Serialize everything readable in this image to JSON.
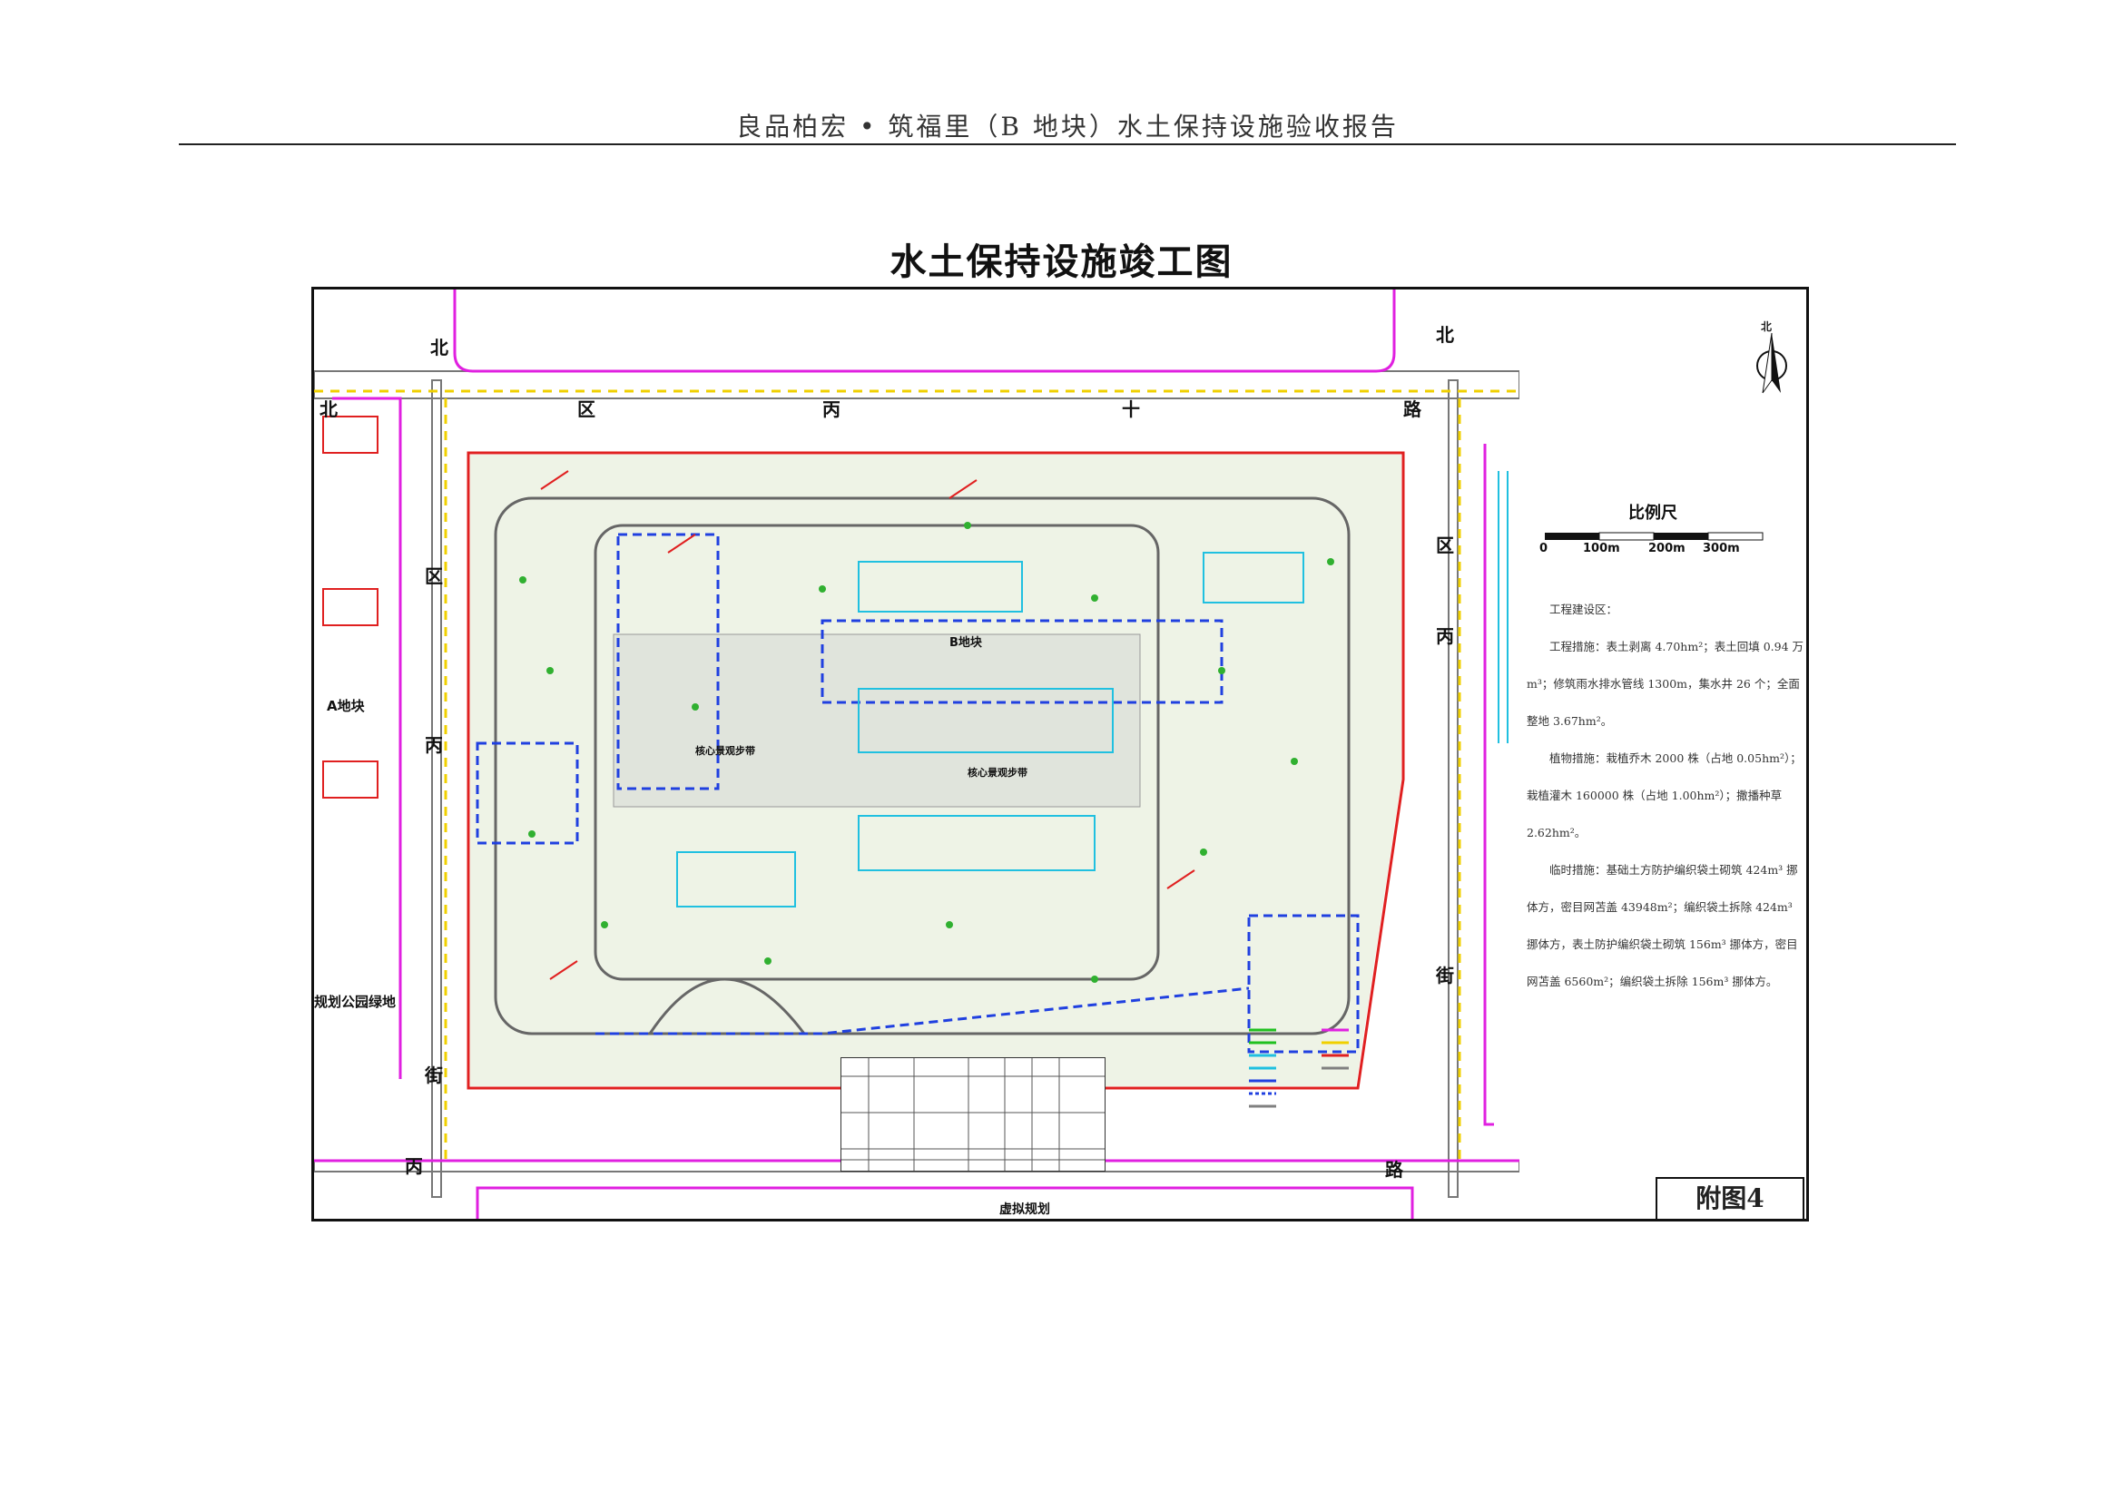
{
  "header": {
    "title": "良品柏宏 • 筑福里（B 地块）水土保持设施验收报告"
  },
  "figure": {
    "title": "水土保持设施竣工图",
    "appendix_label": "附图4"
  },
  "roads": {
    "north_left": "北",
    "north_1": "北",
    "north_2": "区",
    "north_3": "丙",
    "north_4": "十",
    "north_5": "路",
    "west_1": "区",
    "west_2": "丙",
    "west_3": "街",
    "east_1": "北",
    "east_2": "区",
    "east_3": "丙",
    "east_4": "街",
    "south_1": "丙",
    "south_2": "路",
    "south_planned": "虚拟规划"
  },
  "zones": {
    "a_block": "A地块",
    "b_block": "B地块",
    "park": "规划公园绿地",
    "core_walk_1": "核心景观步带",
    "core_walk_2": "核心景观步带"
  },
  "compass": {
    "label": "北"
  },
  "scale": {
    "title": "比例尺",
    "ticks": [
      "0",
      "100m",
      "200m",
      "300m"
    ]
  },
  "notes": [
    "工程建设区：",
    "工程措施：表土剥离 4.70hm²；表土回填 0.94 万 m³；修筑雨水排水管线 1300m，集水井 26 个；全面整地 3.67hm²。",
    "植物措施：栽植乔木 2000 株（占地 0.05hm²）；栽植灌木 160000 株（占地 1.00hm²）；撒播种草 2.62hm²。",
    "临时措施：基础土方防护编织袋土砌筑 424m³ 挪体方，密目网苫盖 43948m²；编织袋土拆除 424m³ 挪体方，表土防护编织袋土砌筑 156m³ 挪体方，密目网苫盖 6560m²；编织袋土拆除 156m³ 挪体方。"
  ],
  "colors": {
    "magenta": "#e020e0",
    "red": "#e02020",
    "yellow": "#f0e000",
    "green": "#20c020",
    "blue": "#2040e0",
    "cyan": "#20d0e0",
    "gray": "#808080"
  }
}
